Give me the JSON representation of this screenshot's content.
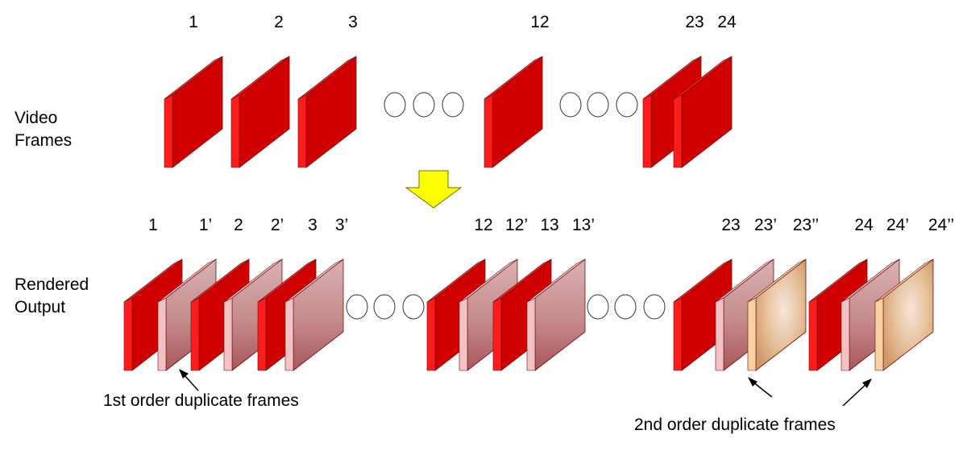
{
  "row_labels": {
    "video": [
      "Video",
      "Frames"
    ],
    "rendered": [
      "Rendered",
      "Output"
    ]
  },
  "video_frames": {
    "labels": [
      "1",
      "2",
      "3",
      "12",
      "23",
      "24"
    ]
  },
  "rendered_frames": {
    "labels": [
      "1",
      "1’",
      "2",
      "2’",
      "3",
      "3’",
      "12",
      "12’",
      "13",
      "13’",
      "23",
      "23’",
      "23’’",
      "24",
      "24’",
      "24’’"
    ],
    "kinds": [
      "original",
      "dup1",
      "original",
      "dup1",
      "original",
      "dup1",
      "original",
      "dup1",
      "original",
      "dup1",
      "original",
      "dup1",
      "dup2",
      "original",
      "dup1",
      "dup2"
    ]
  },
  "annotations": {
    "first_order": "1st order duplicate frames",
    "second_order": "2nd order duplicate frames"
  },
  "colors": {
    "original_front": "#d00000",
    "original_side": "#ff1c1c",
    "dup1_side": "#f3c2c4",
    "dup2_side": "#f8d1a0",
    "gap_ellipse_stroke": "#333333",
    "arrow_fill": "#ffff00",
    "arrow_stroke": "#6f6f00"
  }
}
